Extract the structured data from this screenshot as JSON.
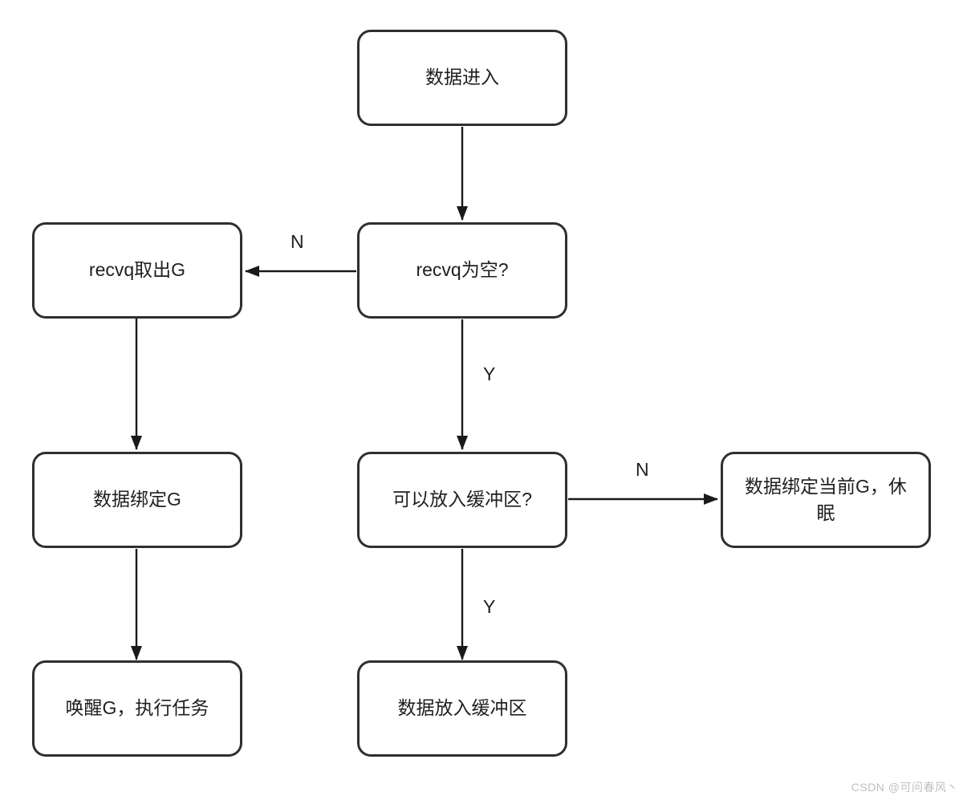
{
  "diagram": {
    "type": "flowchart",
    "nodes": [
      {
        "id": "data-enter",
        "label": "数据进入"
      },
      {
        "id": "recvq-empty",
        "label": "recvq为空?"
      },
      {
        "id": "recvq-takeout-g",
        "label": "recvq取出G"
      },
      {
        "id": "data-bind-g",
        "label": "数据绑定G"
      },
      {
        "id": "can-put-buffer",
        "label": "可以放入缓冲区?"
      },
      {
        "id": "bind-current-g-sleep",
        "label": "数据绑定当前G，休眠"
      },
      {
        "id": "wake-g-run-task",
        "label": "唤醒G，执行任务"
      },
      {
        "id": "data-into-buffer",
        "label": "数据放入缓冲区"
      }
    ],
    "edges": [
      {
        "from": "data-enter",
        "to": "recvq-empty",
        "label": ""
      },
      {
        "from": "recvq-empty",
        "to": "recvq-takeout-g",
        "label": "N"
      },
      {
        "from": "recvq-empty",
        "to": "can-put-buffer",
        "label": "Y"
      },
      {
        "from": "recvq-takeout-g",
        "to": "data-bind-g",
        "label": ""
      },
      {
        "from": "data-bind-g",
        "to": "wake-g-run-task",
        "label": ""
      },
      {
        "from": "can-put-buffer",
        "to": "bind-current-g-sleep",
        "label": "N"
      },
      {
        "from": "can-put-buffer",
        "to": "data-into-buffer",
        "label": "Y"
      }
    ],
    "colors": {
      "node_border": "#2f2f2f",
      "node_fill": "#ffffff",
      "arrow": "#1a1a1a",
      "text": "#1f1f1f",
      "watermark": "#bfbfbf"
    }
  },
  "watermark": {
    "text": "CSDN @可问春风丶"
  }
}
